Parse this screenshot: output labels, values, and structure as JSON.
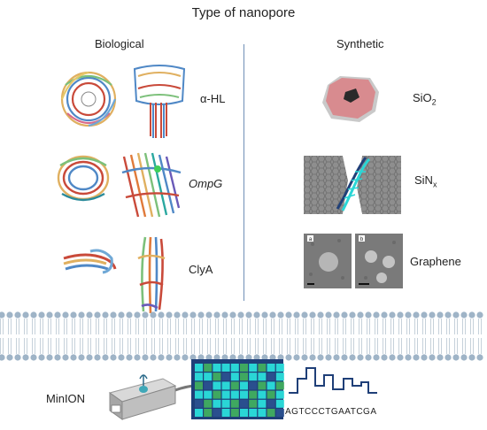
{
  "title": "Type of nanopore",
  "columns": {
    "biological": "Biological",
    "synthetic": "Synthetic"
  },
  "biological_pores": [
    {
      "label": "α-HL",
      "italic": false
    },
    {
      "label": "OmpG",
      "italic": true
    },
    {
      "label": "ClyA",
      "italic": false
    }
  ],
  "synthetic_pores": [
    {
      "label": "SiO",
      "sub": "2"
    },
    {
      "label": "SiN",
      "sub": "x"
    },
    {
      "label": "Graphene",
      "sub": ""
    }
  ],
  "graphene_panels": {
    "left": "a",
    "right": "b"
  },
  "device": {
    "label": "MinION"
  },
  "sequence": "AGTCCCTGAATCGA",
  "colors": {
    "divider": "#6f8fb6",
    "membrane_head": "#9fb4c7",
    "grid_bg": "#1f3f78",
    "grid_cyan": "#2ad6d6",
    "grid_green": "#3fa860",
    "trace": "#1f3f78"
  }
}
